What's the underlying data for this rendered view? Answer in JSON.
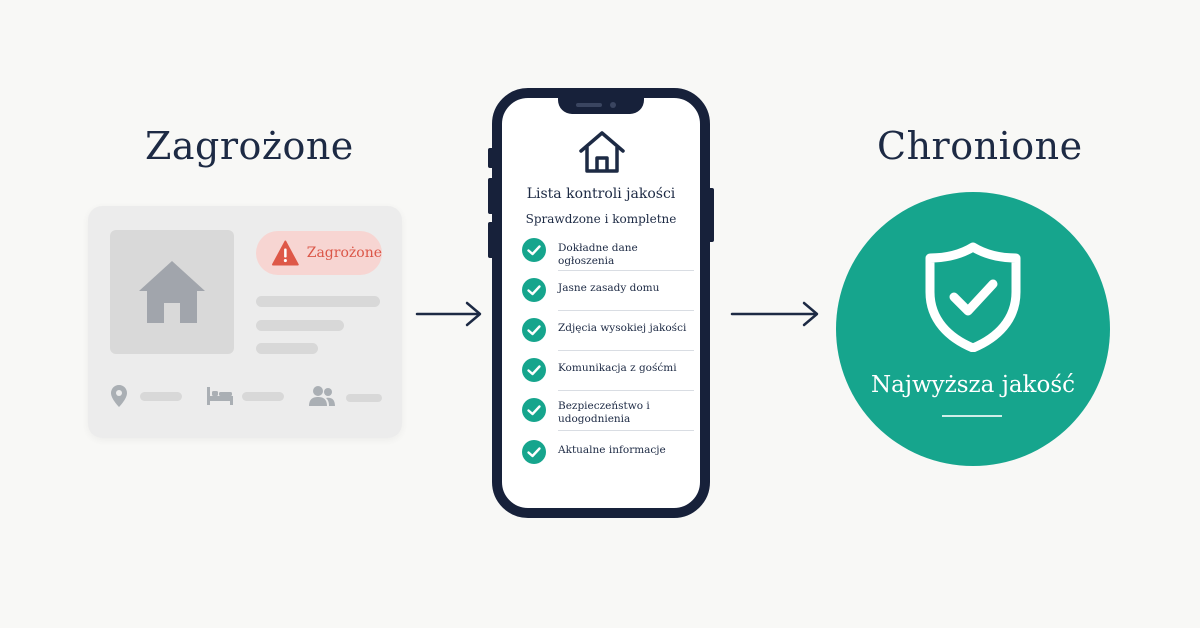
{
  "headings": {
    "left": "Zagrożone",
    "right": "Chronione"
  },
  "listing_card": {
    "badge_label": "Zagrożone",
    "icons": [
      "home-icon",
      "warning-icon",
      "location-pin-icon",
      "bed-icon",
      "guests-icon"
    ]
  },
  "checklist": {
    "title": "Lista kontroli jakości",
    "subtitle": "Sprawdzone i kompletne",
    "items": [
      "Dokładne dane ogłoszenia",
      "Jasne zasady domu",
      "Zdjęcia wysokiej jakości",
      "Komunikacja z gośćmi",
      "Bezpieczeństwo i udogodnienia",
      "Aktualne informacje"
    ]
  },
  "quality_badge": {
    "label": "Najwyższa jakość",
    "icon": "shield-check-icon"
  },
  "colors": {
    "navy": "#1d2a44",
    "teal": "#16a58d",
    "warning_red": "#d9493a",
    "warning_bg": "#f7d3cf",
    "background": "#f8f8f6"
  }
}
